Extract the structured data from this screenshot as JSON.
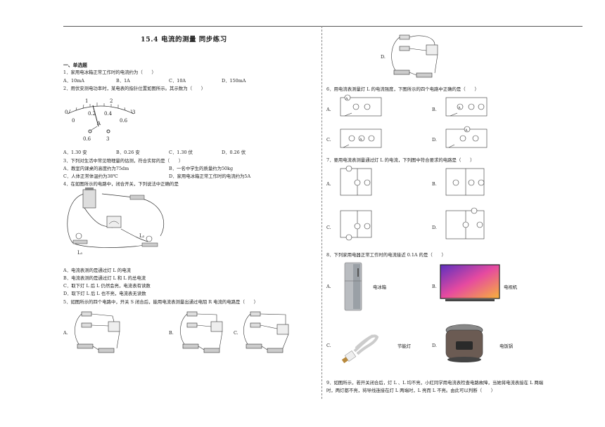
{
  "title": "15.4 电流的测量 同步练习",
  "section1": "一、单选题",
  "q1": {
    "stem": "1．家用电冰箱正常工作时的电流约为（　　）",
    "options": [
      "A．10mA",
      "B．1A",
      "C．10A",
      "D．150mA"
    ]
  },
  "q2": {
    "stem": "2．用伏安测电功率时，某电表的指针位置如图所示。其示数为（　　）",
    "options": [
      "A．1.30 安",
      "B．0.26 安",
      "C．1.30 伏",
      "D．0.26 伏"
    ],
    "scale_top": [
      "0",
      "1",
      "2",
      "3"
    ],
    "scale_bottom": [
      "0",
      "0.2",
      "0.4",
      "0.6"
    ],
    "terminals": [
      "A",
      "0.6",
      "3"
    ]
  },
  "q3": {
    "stem": "3．下列对生活中常见物理量的估测，符合实际的是（　　）",
    "options": [
      "A．教室内课桌的高度约为75dm",
      "B．一名中学生的质量约为50kg",
      "C．人体正常体温约为38℃",
      "D．家用电冰箱正常工作时的电流约为5A"
    ]
  },
  "q4": {
    "stem": "4．在如图所示的电路中，闭合开关，下列说法中正确的是",
    "options": [
      "A．电流表测的是通过灯 L  的电流",
      "B．电流表测的是通过灯 L  和 L  的总电流",
      "C．取下灯 L  后 L  仍然会亮，电流表有读数",
      "D．取下灯 L  后 L  也不亮，电流表无读数"
    ],
    "labels": [
      "L₁",
      "L₂"
    ]
  },
  "q5": {
    "stem": "5．如图所示的四个电路中，开关 S 闭合后，能用电流表测量出通过电阻 R 电流的电路是（　　）",
    "options": [
      "A.",
      "B.",
      "C.",
      "D."
    ]
  },
  "q6": {
    "stem": "6．用电流表测量灯 L  的电流强度，下图所示的四个电路中正确的是（　　）",
    "options": [
      "A.",
      "B.",
      "C.",
      "D."
    ]
  },
  "q7": {
    "stem": "7．要用电流表测量通过灯 L  的电流，下列图中符合要求的电路是（　　）",
    "options": [
      "A.",
      "B.",
      "C.",
      "D."
    ]
  },
  "q8": {
    "stem": "8．下列家用电器正常工作时的电流接近 0.1A 的是（　　）",
    "options": [
      {
        "key": "A.",
        "name": "电冰箱"
      },
      {
        "key": "B.",
        "name": "电视机"
      },
      {
        "key": "C.",
        "name": "节能灯"
      },
      {
        "key": "D.",
        "name": "电饭锅"
      }
    ]
  },
  "q9": {
    "line1": "9．如图所示，若开关闭合后，灯 L 、L 均不亮，小红同学用电流表检查电路故障，当她将电流表接在 L 两端",
    "line2": "时，两灯都不亮，将导线连接在灯 L 两端时，L 亮而 L 不亮。由此可以判断（　　）"
  }
}
